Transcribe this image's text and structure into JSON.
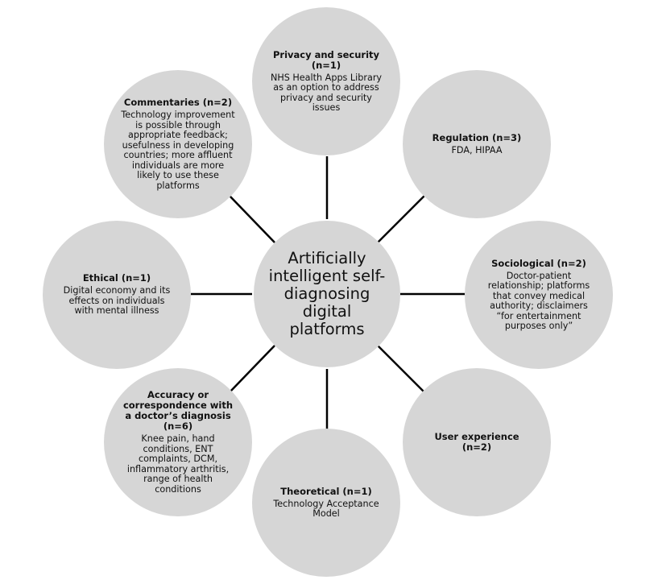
{
  "diagram": {
    "center": {
      "label": "Artificially intelligent self-diagnosing digital platforms"
    },
    "nodes": [
      {
        "id": "privacy",
        "title": "Privacy and security (n=1)",
        "desc": "NHS Health Apps Library as an option to address privacy and security issues"
      },
      {
        "id": "regulation",
        "title": "Regulation (n=3)",
        "desc": "FDA, HIPAA"
      },
      {
        "id": "sociological",
        "title": "Sociological (n=2)",
        "desc": "Doctor-patient relationship; platforms that convey medical authority; disclaimers “for entertainment purposes only”"
      },
      {
        "id": "user-experience",
        "title": "User experience (n=2)",
        "desc": ""
      },
      {
        "id": "theoretical",
        "title": "Theoretical (n=1)",
        "desc": "Technology Acceptance Model"
      },
      {
        "id": "accuracy",
        "title": "Accuracy or correspondence with a doctor’s diagnosis (n=6)",
        "desc": "Knee pain, hand conditions, ENT complaints, DCM, inflammatory arthritis, range of health conditions"
      },
      {
        "id": "ethical",
        "title": "Ethical (n=1)",
        "desc": "Digital economy and its effects on individuals with mental illness"
      },
      {
        "id": "commentaries",
        "title": "Commentaries (n=2)",
        "desc": "Technology improvement is possible through appropriate feedback; usefulness in developing countries; more affluent individuals are more likely to use these platforms"
      }
    ]
  }
}
